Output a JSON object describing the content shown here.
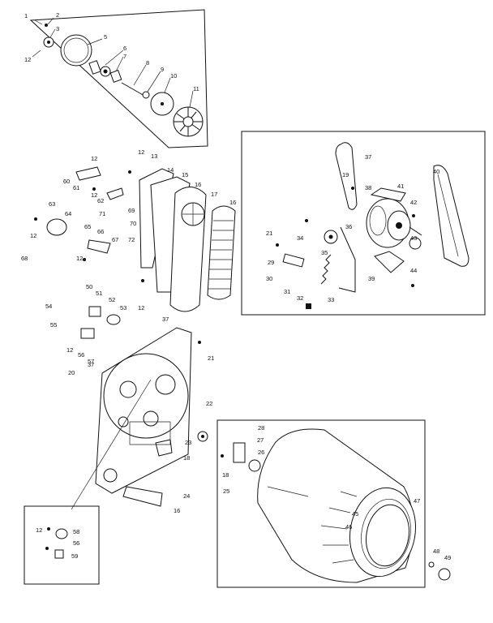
{
  "callouts": [
    {
      "id": "c-1",
      "text": "1"
    },
    {
      "id": "c-2",
      "text": "2"
    },
    {
      "id": "c-3",
      "text": "3"
    },
    {
      "id": "c-5",
      "text": "5"
    },
    {
      "id": "c-6",
      "text": "6"
    },
    {
      "id": "c-7",
      "text": "7"
    },
    {
      "id": "c-8",
      "text": "8"
    },
    {
      "id": "c-9",
      "text": "9"
    },
    {
      "id": "c-10",
      "text": "10"
    },
    {
      "id": "c-11",
      "text": "11"
    },
    {
      "id": "c-12a",
      "text": "12"
    },
    {
      "id": "c-12b",
      "text": "12"
    },
    {
      "id": "c-12c",
      "text": "12"
    },
    {
      "id": "c-12d",
      "text": "12"
    },
    {
      "id": "c-12e",
      "text": "12"
    },
    {
      "id": "c-12f",
      "text": "12"
    },
    {
      "id": "c-12g",
      "text": "12"
    },
    {
      "id": "c-12h",
      "text": "12"
    },
    {
      "id": "c-12i",
      "text": "12"
    },
    {
      "id": "c-13",
      "text": "13"
    },
    {
      "id": "c-14",
      "text": "14"
    },
    {
      "id": "c-15",
      "text": "15"
    },
    {
      "id": "c-16a",
      "text": "16"
    },
    {
      "id": "c-16b",
      "text": "16"
    },
    {
      "id": "c-16c",
      "text": "16"
    },
    {
      "id": "c-17",
      "text": "17"
    },
    {
      "id": "c-18a",
      "text": "18"
    },
    {
      "id": "c-18b",
      "text": "18"
    },
    {
      "id": "c-19",
      "text": "19"
    },
    {
      "id": "c-20",
      "text": "20"
    },
    {
      "id": "c-21a",
      "text": "21"
    },
    {
      "id": "c-21b",
      "text": "21"
    },
    {
      "id": "c-22",
      "text": "22"
    },
    {
      "id": "c-23",
      "text": "23"
    },
    {
      "id": "c-24",
      "text": "24"
    },
    {
      "id": "c-25",
      "text": "25"
    },
    {
      "id": "c-26",
      "text": "26"
    },
    {
      "id": "c-27",
      "text": "27"
    },
    {
      "id": "c-28",
      "text": "28"
    },
    {
      "id": "c-29",
      "text": "29"
    },
    {
      "id": "c-30",
      "text": "30"
    },
    {
      "id": "c-31",
      "text": "31"
    },
    {
      "id": "c-32",
      "text": "32"
    },
    {
      "id": "c-33",
      "text": "33"
    },
    {
      "id": "c-34",
      "text": "34"
    },
    {
      "id": "c-35",
      "text": "35"
    },
    {
      "id": "c-36",
      "text": "36"
    },
    {
      "id": "c-37a",
      "text": "37"
    },
    {
      "id": "c-37b",
      "text": "37"
    },
    {
      "id": "c-37c",
      "text": "37"
    },
    {
      "id": "c-38",
      "text": "38"
    },
    {
      "id": "c-39",
      "text": "39"
    },
    {
      "id": "c-40",
      "text": "40"
    },
    {
      "id": "c-41",
      "text": "41"
    },
    {
      "id": "c-42",
      "text": "42"
    },
    {
      "id": "c-43",
      "text": "43"
    },
    {
      "id": "c-44",
      "text": "44"
    },
    {
      "id": "c-45",
      "text": "45"
    },
    {
      "id": "c-46",
      "text": "46"
    },
    {
      "id": "c-47",
      "text": "47"
    },
    {
      "id": "c-48",
      "text": "48"
    },
    {
      "id": "c-49",
      "text": "49"
    },
    {
      "id": "c-50",
      "text": "50"
    },
    {
      "id": "c-51",
      "text": "51"
    },
    {
      "id": "c-52",
      "text": "52"
    },
    {
      "id": "c-53",
      "text": "53"
    },
    {
      "id": "c-54",
      "text": "54"
    },
    {
      "id": "c-55",
      "text": "55"
    },
    {
      "id": "c-56a",
      "text": "56"
    },
    {
      "id": "c-56b",
      "text": "56"
    },
    {
      "id": "c-57",
      "text": "57"
    },
    {
      "id": "c-58",
      "text": "58"
    },
    {
      "id": "c-59",
      "text": "59"
    },
    {
      "id": "c-60",
      "text": "60"
    },
    {
      "id": "c-61",
      "text": "61"
    },
    {
      "id": "c-62",
      "text": "62"
    },
    {
      "id": "c-63",
      "text": "63"
    },
    {
      "id": "c-64",
      "text": "64"
    },
    {
      "id": "c-65",
      "text": "65"
    },
    {
      "id": "c-66",
      "text": "66"
    },
    {
      "id": "c-67",
      "text": "67"
    },
    {
      "id": "c-68",
      "text": "68"
    },
    {
      "id": "c-69",
      "text": "69"
    },
    {
      "id": "c-70",
      "text": "70"
    },
    {
      "id": "c-71",
      "text": "71"
    },
    {
      "id": "c-72",
      "text": "72"
    }
  ]
}
